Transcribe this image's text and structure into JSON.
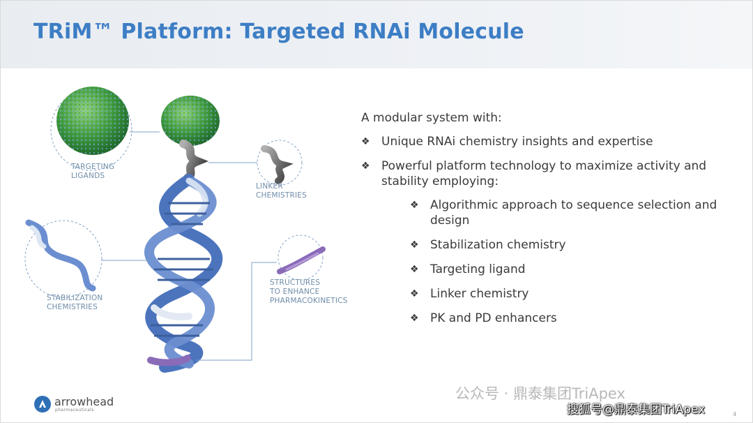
{
  "slide": {
    "title": "TRiM™ Platform: Targeted RNAi Molecule",
    "page_number": "4"
  },
  "illustration": {
    "labels": {
      "targeting": [
        "TARGETING",
        "LIGANDS"
      ],
      "linker": [
        "LINKER",
        "CHEMISTRIES"
      ],
      "stabilization": [
        "STABILIZATION",
        "CHEMISTRIES"
      ],
      "structures": [
        "STRUCTURES",
        "TO ENHANCE",
        "PHARMACOKINETICS"
      ]
    },
    "colors": {
      "ligand_green": "#3f9b3f",
      "helix_blue": "#4c74bd",
      "helix_light": "#c9d6e8",
      "linker_gray": "#6b6b6b",
      "purple": "#8a6bb8",
      "leader_line": "#7fa0c4"
    }
  },
  "content": {
    "intro": "A modular system with:",
    "bullet_icon": "diamond-cluster-icon",
    "bullets": [
      "Unique RNAi chemistry insights and expertise",
      "Powerful platform technology to maximize activity and stability employing:"
    ],
    "subbullets": [
      "Algorithmic approach to sequence selection and design",
      "Stabilization chemistry",
      "Targeting ligand",
      "Linker chemistry",
      "PK and PD enhancers"
    ]
  },
  "logo": {
    "name": "arrowhead",
    "subtitle": "pharmaceuticals"
  },
  "watermarks": {
    "wechat": "公众号 · 鼎泰集团TriApex",
    "sohu": "搜狐号@鼎泰集团TriApex"
  },
  "colors": {
    "title": "#3d7ec5",
    "body_text": "#3a3a3a",
    "label_text": "#6e8ca8"
  }
}
